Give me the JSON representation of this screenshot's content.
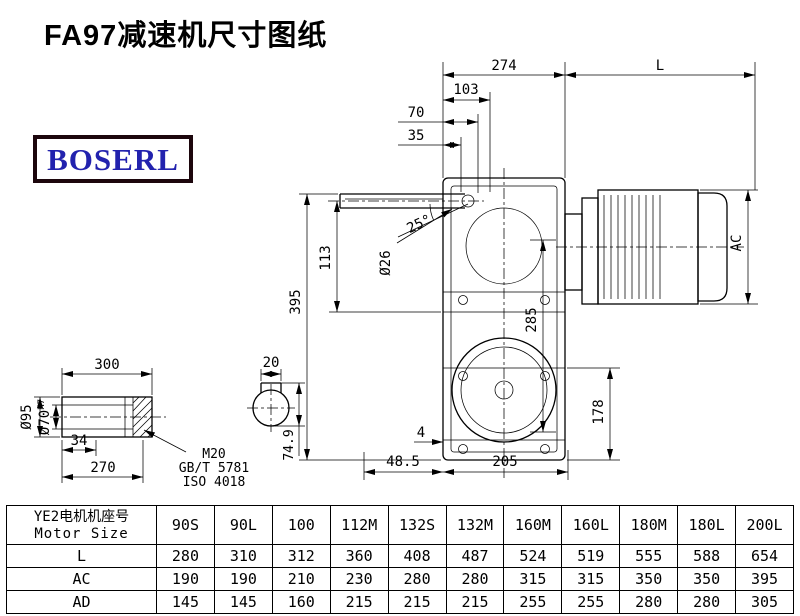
{
  "page": {
    "title": "FA97减速机尺寸图纸",
    "logo_text": "BOSERL"
  },
  "drawing": {
    "dims": {
      "top_width": "274",
      "motor_length": "L",
      "d103": "103",
      "d70": "70",
      "d35": "35",
      "angle": "25°",
      "shaft_dia": "Ø26",
      "total_height": "395",
      "d113": "113",
      "d285": "285",
      "motor_ac": "AC",
      "d178": "178",
      "d4": "4",
      "d48_5": "48.5",
      "d205": "205"
    },
    "shaft_detail": {
      "d300": "300",
      "d270": "270",
      "d34": "34",
      "dia95": "Ø95",
      "dia70": "Ø70",
      "dia70_tol": "H7",
      "bolt": "M20",
      "bolt_std1": "GB/T 5781",
      "bolt_std2": "ISO 4018",
      "d20": "20",
      "d74_9": "74.9"
    }
  },
  "table": {
    "header_line1": "YE2电机机座号",
    "header_line2": "Motor Size",
    "columns": [
      "90S",
      "90L",
      "100",
      "112M",
      "132S",
      "132M",
      "160M",
      "160L",
      "180M",
      "180L",
      "200L"
    ],
    "rows": [
      {
        "label": "L",
        "values": [
          "280",
          "310",
          "312",
          "360",
          "408",
          "487",
          "524",
          "519",
          "555",
          "588",
          "654"
        ]
      },
      {
        "label": "AC",
        "values": [
          "190",
          "190",
          "210",
          "230",
          "280",
          "280",
          "315",
          "315",
          "350",
          "350",
          "395"
        ]
      },
      {
        "label": "AD",
        "values": [
          "145",
          "145",
          "160",
          "215",
          "215",
          "215",
          "255",
          "255",
          "280",
          "280",
          "305"
        ]
      }
    ]
  }
}
